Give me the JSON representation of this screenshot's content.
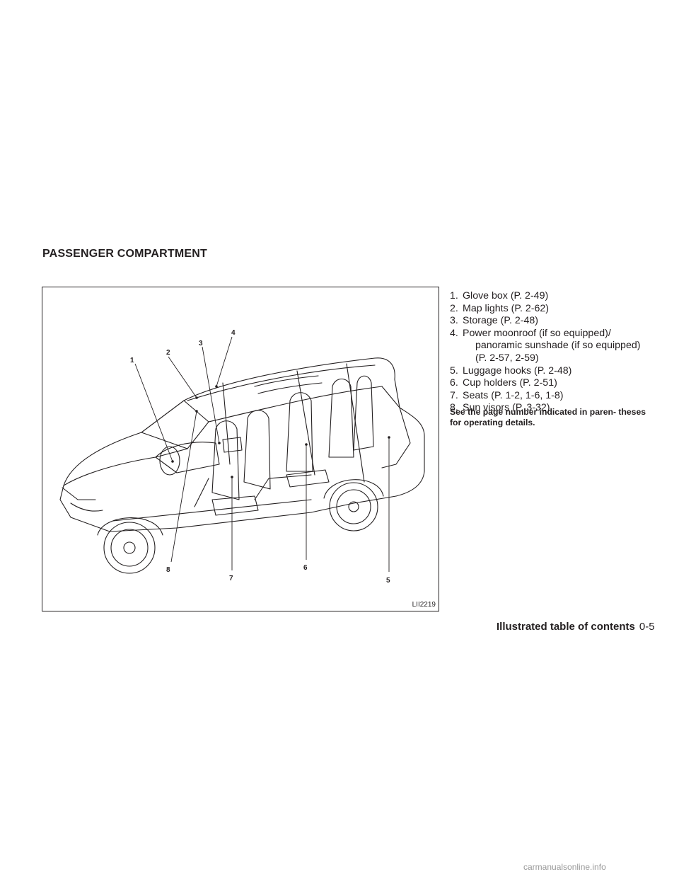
{
  "section_title": "PASSENGER COMPARTMENT",
  "figure": {
    "callouts": [
      "1",
      "2",
      "3",
      "4",
      "5",
      "6",
      "7",
      "8"
    ],
    "code": "LII2219"
  },
  "items": [
    {
      "num": "1.",
      "text": "Glove box (P. 2-49)"
    },
    {
      "num": "2.",
      "text": "Map lights (P. 2-62)"
    },
    {
      "num": "3.",
      "text": "Storage (P. 2-48)"
    },
    {
      "num": "4.",
      "text": "Power moonroof (if so equipped)/",
      "cont1": "panoramic sunshade (if so equipped)",
      "cont2": "(P. 2-57, 2-59)"
    },
    {
      "num": "5.",
      "text": "Luggage hooks (P. 2-48)"
    },
    {
      "num": "6.",
      "text": "Cup holders (P. 2-51)"
    },
    {
      "num": "7.",
      "text": "Seats (P. 1-2, 1-6, 1-8)"
    },
    {
      "num": "8.",
      "text": "Sun visors (P. 3-32)"
    }
  ],
  "note": "See the page number indicated in paren- theses for operating details.",
  "footer": {
    "title": "Illustrated table of contents",
    "page": "0-5"
  },
  "watermark": "carmanualsonline.info"
}
